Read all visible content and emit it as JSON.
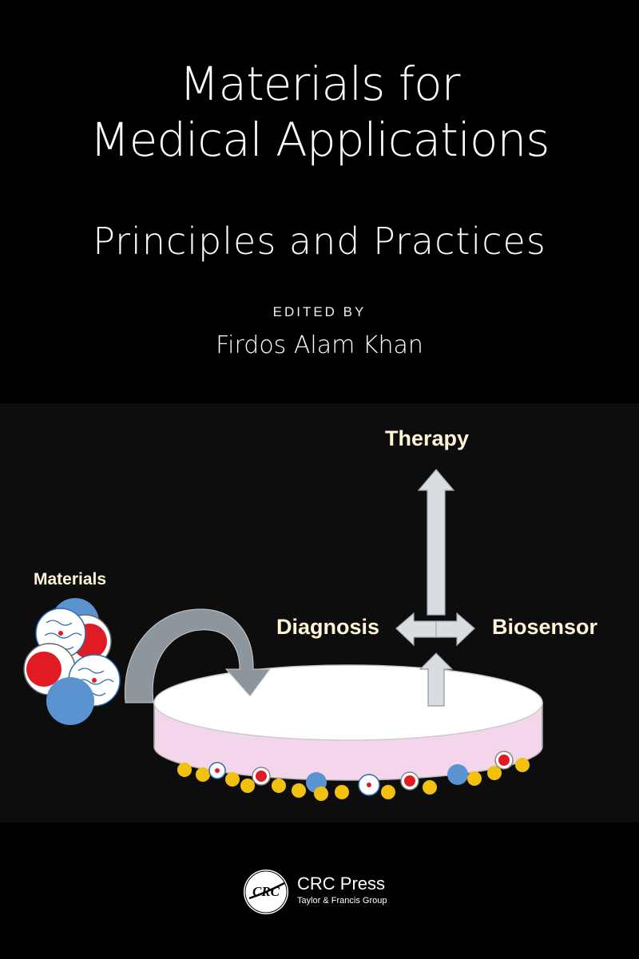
{
  "book": {
    "title_line1": "Materials for",
    "title_line2": "Medical Applications",
    "subtitle": "Principles and Practices",
    "edited_by": "EDITED BY",
    "editor": "Firdos Alam Khan"
  },
  "figure": {
    "label_therapy": "Therapy",
    "label_materials": "Materials",
    "label_diagnosis": "Diagnosis",
    "label_biosensor": "Biosensor"
  },
  "publisher": {
    "logo_text": "CRC",
    "name": "CRC Press",
    "group": "Taylor & Francis Group"
  },
  "colors": {
    "background": "#000000",
    "label": "#fff4d6",
    "arrow": "#d9dde2",
    "dish_fill": "#f3d6ec",
    "particle_gold": "#f2c110",
    "particle_blue": "#5a93cf",
    "particle_red": "#e01b24"
  }
}
